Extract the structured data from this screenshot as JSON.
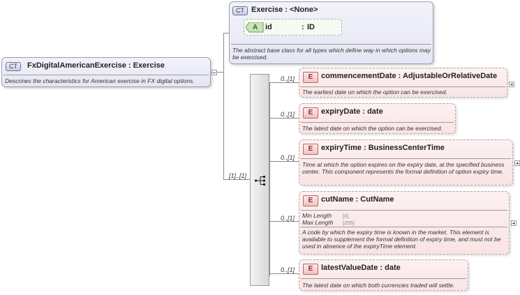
{
  "main_type": {
    "badge": "CT",
    "name": "FxDigitalAmericanExercise",
    "base": "Exercise",
    "doc": "Descrines the characteristics for American exercise in FX digital options."
  },
  "base_type": {
    "badge": "CT",
    "name": "Exercise",
    "base": "<None>",
    "attribute": {
      "badge": "A",
      "name": "id",
      "type": "ID"
    },
    "doc": "The abstract base class for all types which define way in which options may be exercised."
  },
  "sequence": {
    "occurrence": "[1]..[1]"
  },
  "elements": [
    {
      "badge": "E",
      "occurrence": "0..[1]",
      "name": "commencementDate",
      "type": "AdjustableOrRelativeDate",
      "doc": "The earliest date on which the option can be exercised."
    },
    {
      "badge": "E",
      "occurrence": "0..[1]",
      "name": "expiryDate",
      "type": "date",
      "doc": "The latest date on which the option can be exercised."
    },
    {
      "badge": "E",
      "occurrence": "0..[1]",
      "name": "expiryTime",
      "type": "BusinessCenterTime",
      "doc": "Time at which the option expires on the expiry date, at the specified business center. This component represents the formal definition of option expiry time."
    },
    {
      "badge": "E",
      "occurrence": "0..[1]",
      "name": "cutName",
      "type": "CutName",
      "facets": [
        {
          "label": "Min Length",
          "value": "[0]"
        },
        {
          "label": "Max Length",
          "value": "[255]"
        }
      ],
      "doc": "A code by which the expiry time is known in the market. This element is available to supplement the formal definition of expiry time, and must not be used in absence of the expiryTime element."
    },
    {
      "badge": "E",
      "occurrence": "0..[1]",
      "name": "latestValueDate",
      "type": "date",
      "doc": "The latest date on which both currencies traded will settle."
    }
  ],
  "colors": {
    "complex_type_fill": "#e6e6f4",
    "element_fill": "#f9e4e4",
    "element_badge": "#f2c1c1",
    "attribute_badge": "#c8e6b8"
  }
}
